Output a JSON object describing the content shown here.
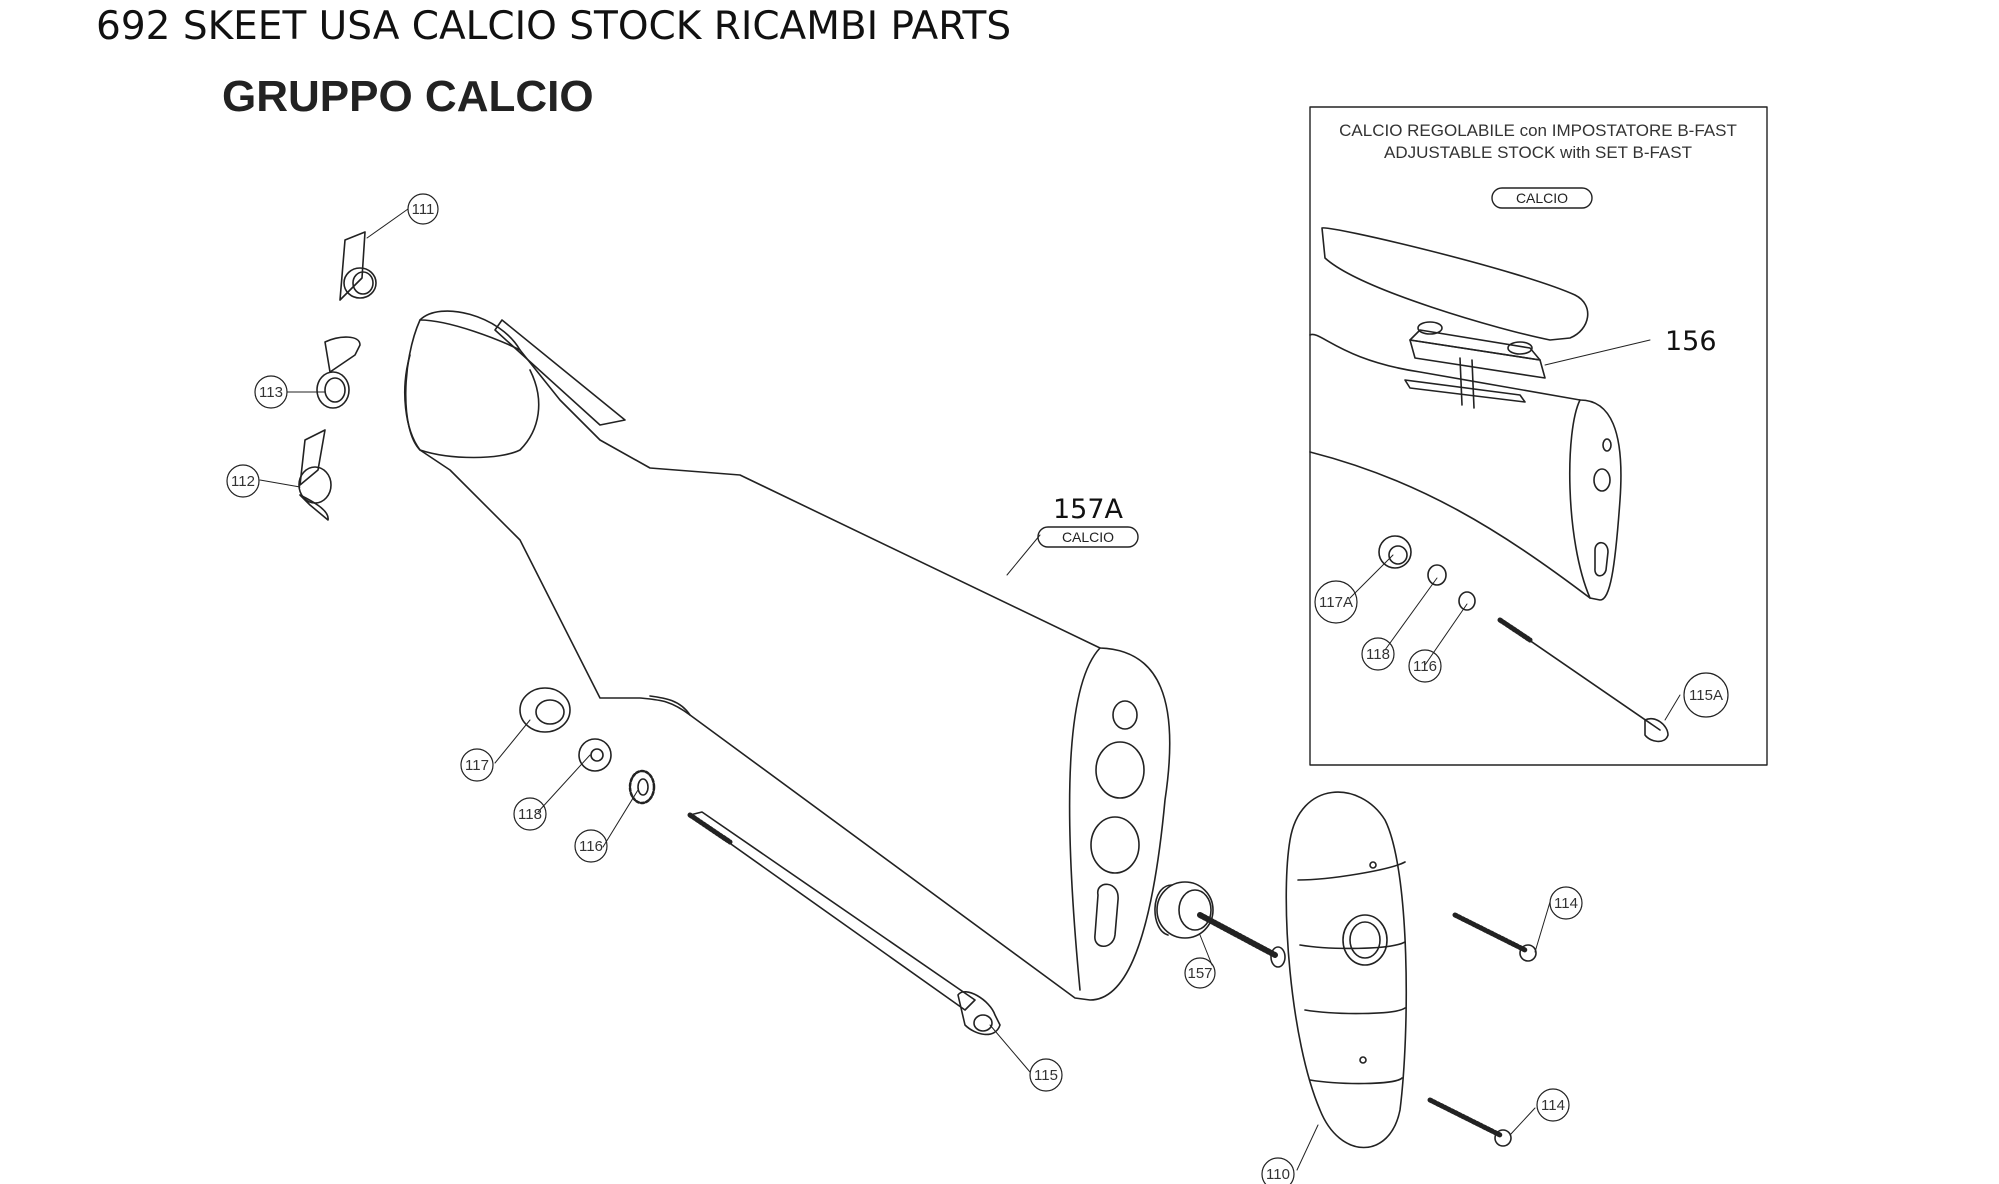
{
  "title": "692 SKEET USA CALCIO STOCK RICAMBI PARTS",
  "group_title": "GRUPPO CALCIO",
  "main_stock": {
    "part": "157A",
    "tag": "CALCIO"
  },
  "inset": {
    "title_it": "CALCIO REGOLABILE con IMPOSTATORE B-FAST",
    "title_en": "ADJUSTABLE STOCK with SET B-FAST",
    "tag": "CALCIO",
    "part_156": "156",
    "callouts": {
      "p117a": "117A",
      "p118": "118",
      "p116": "116",
      "p115a": "115A"
    }
  },
  "callouts": {
    "p111": "111",
    "p113": "113",
    "p112": "112",
    "p117": "117",
    "p118": "118",
    "p116": "116",
    "p115": "115",
    "p157": "157",
    "p110": "110",
    "p114a": "114",
    "p114b": "114"
  },
  "colors": {
    "line": "#222222",
    "background": "#ffffff"
  }
}
